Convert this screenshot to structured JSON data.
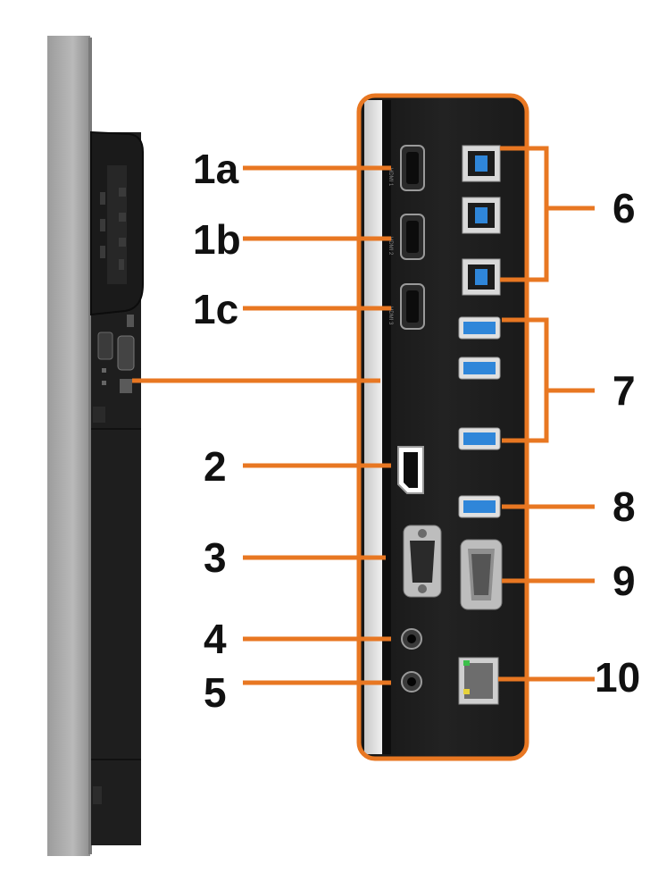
{
  "colors": {
    "callout": "#E87722",
    "panel": "#1b1b1b",
    "bezel": "#a9a9a9",
    "port_blue": "#2f86d9"
  },
  "callouts": [
    {
      "id": "1a",
      "label": "1a",
      "port": "hdmi-1"
    },
    {
      "id": "1b",
      "label": "1b",
      "port": "hdmi-2"
    },
    {
      "id": "1c",
      "label": "1c",
      "port": "hdmi-3"
    },
    {
      "id": "2",
      "label": "2",
      "port": "displayport"
    },
    {
      "id": "3",
      "label": "3",
      "port": "vga"
    },
    {
      "id": "4",
      "label": "4",
      "port": "audio-out"
    },
    {
      "id": "5",
      "label": "5",
      "port": "audio-in"
    },
    {
      "id": "6",
      "label": "6",
      "port": "usb-b-group"
    },
    {
      "id": "7",
      "label": "7",
      "port": "usb-a-group"
    },
    {
      "id": "8",
      "label": "8",
      "port": "usb-charging"
    },
    {
      "id": "9",
      "label": "9",
      "port": "rs232"
    },
    {
      "id": "10",
      "label": "10",
      "port": "rj45"
    }
  ]
}
